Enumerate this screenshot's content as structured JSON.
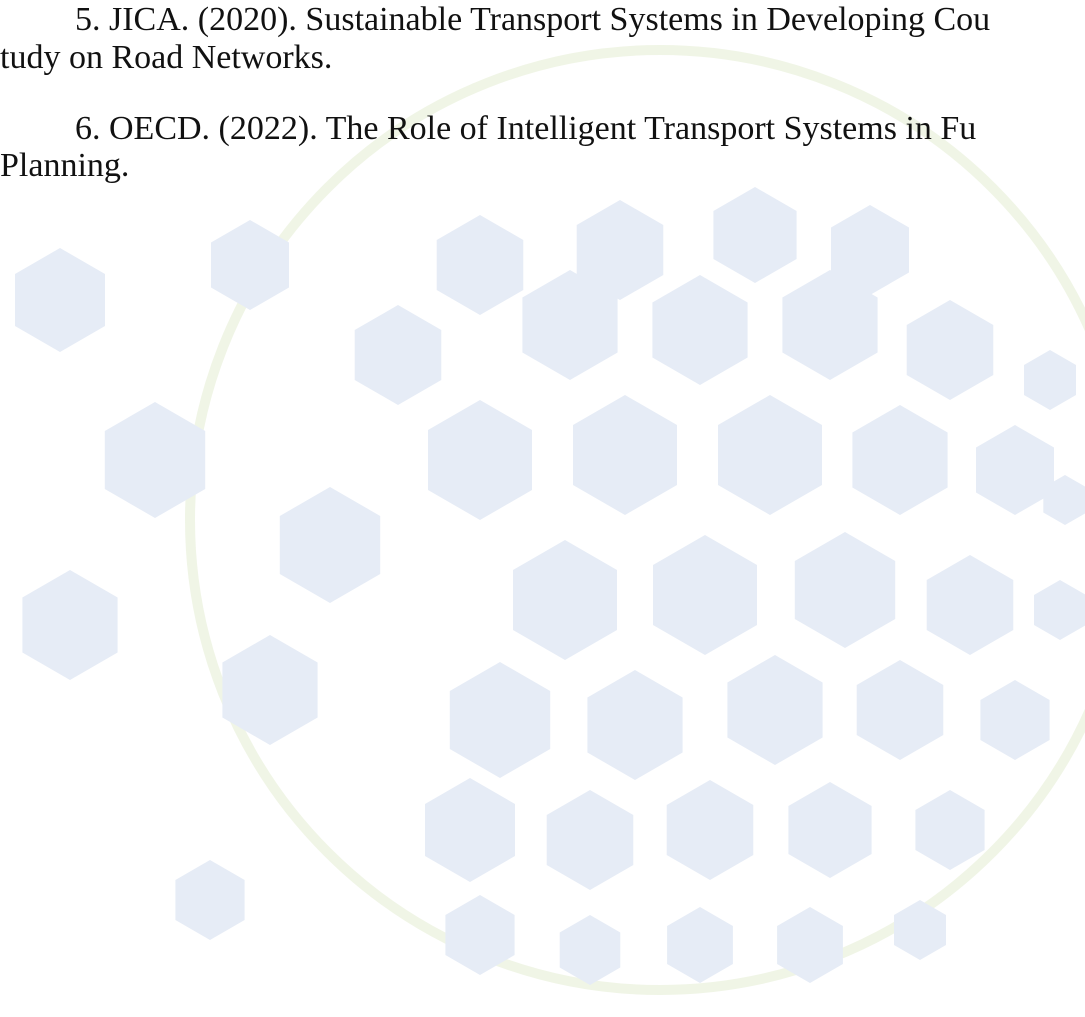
{
  "references": [
    {
      "line1": "5. JICA. (2020). Sustainable Transport Systems in Developing Cou",
      "line2": "tudy on Road Networks."
    },
    {
      "line1": "6. OECD. (2022). The Role of Intelligent Transport Systems in Fu",
      "line2": "Planning."
    }
  ],
  "watermark": {
    "icon": "hexagon-globe-icon",
    "hex_color": "#e6ecf6",
    "accent_color": "#e9f1dc"
  }
}
